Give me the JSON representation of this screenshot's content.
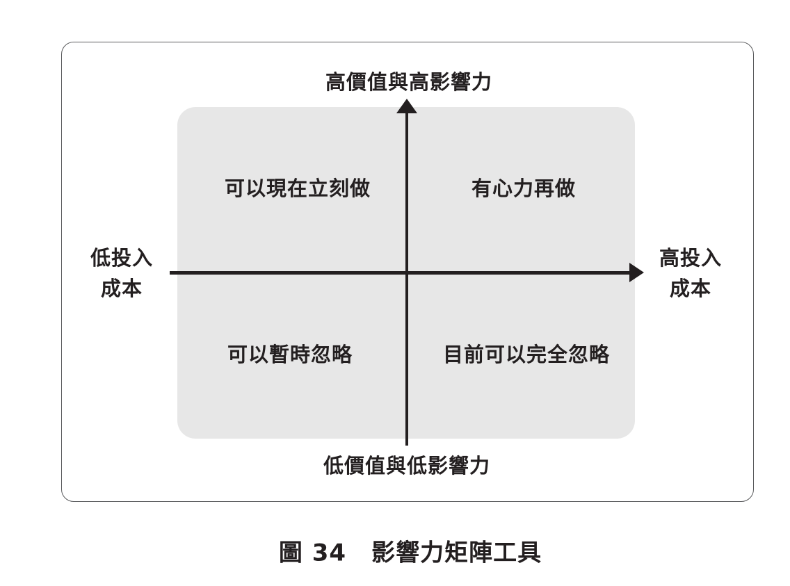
{
  "figure": {
    "caption": {
      "label": "圖 34",
      "title": "影響力矩陣工具"
    }
  },
  "matrix": {
    "axis_labels": {
      "top": "高價值與高影響力",
      "bottom": "低價值與低影響力",
      "left": {
        "line1": "低投入",
        "line2": "成本"
      },
      "right": {
        "line1": "高投入",
        "line2": "成本"
      }
    },
    "quadrants": {
      "top_left": "可以現在立刻做",
      "top_right": "有心力再做",
      "bottom_left": "可以暫時忽略",
      "bottom_right": "目前可以完全忽略"
    }
  },
  "colors": {
    "background": "#ffffff",
    "quadrant_background": "#e7e7e7",
    "axis_line": "#231f20",
    "text": "#231f20",
    "frame_border": "#58595b"
  }
}
